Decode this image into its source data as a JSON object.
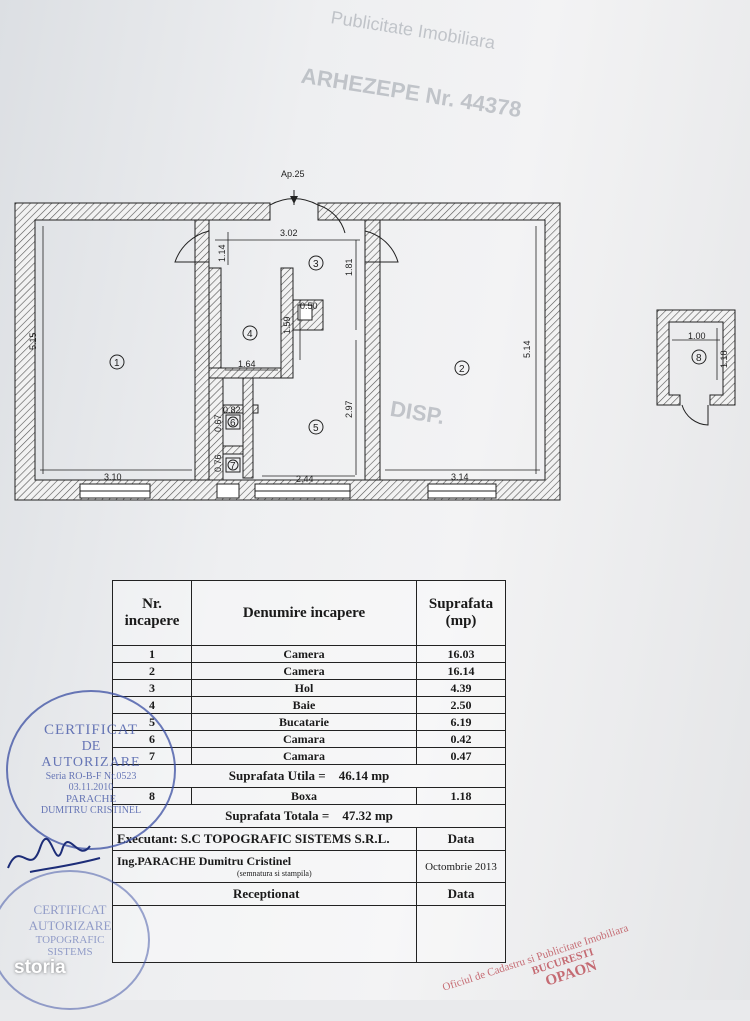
{
  "plan": {
    "apartment_label": "Ap.25",
    "dimensions": {
      "room1_height": "5.15",
      "room1_width": "3.10",
      "room2_height": "5.14",
      "room2_width": "3.14",
      "hall_width": "3.02",
      "hall_door": "1.14",
      "hall_height": "1.81",
      "bath_height": "1.59",
      "bath_width": "1.64",
      "shaft": "0.50",
      "pantry_width": "0.82",
      "pantry6_height": "0.67",
      "pantry7_height": "0.76",
      "kitchen_height": "2.97",
      "kitchen_width": "2.44",
      "box_width": "1.00",
      "box_height": "1.18"
    },
    "room_numbers": [
      "1",
      "2",
      "3",
      "4",
      "5",
      "6",
      "7",
      "8"
    ]
  },
  "table": {
    "headers": {
      "nr": "Nr. incapere",
      "name": "Denumire incapere",
      "area": "Suprafata (mp)"
    },
    "rows": [
      {
        "nr": "1",
        "name": "Camera",
        "area": "16.03"
      },
      {
        "nr": "2",
        "name": "Camera",
        "area": "16.14"
      },
      {
        "nr": "3",
        "name": "Hol",
        "area": "4.39"
      },
      {
        "nr": "4",
        "name": "Baie",
        "area": "2.50"
      },
      {
        "nr": "5",
        "name": "Bucatarie",
        "area": "6.19"
      },
      {
        "nr": "6",
        "name": "Camara",
        "area": "0.42"
      },
      {
        "nr": "7",
        "name": "Camara",
        "area": "0.47"
      }
    ],
    "useful_label": "Suprafata Utila =",
    "useful_value": "46.14 mp",
    "box_row": {
      "nr": "8",
      "name": "Boxa",
      "area": "1.18"
    },
    "total_label": "Suprafata Totala =",
    "total_value": "47.32 mp",
    "executant": "Executant: S.C TOPOGRAFIC SISTEMS S.R.L.",
    "date_label": "Data",
    "engineer": "Ing.PARACHE Dumitru Cristinel",
    "signature_note": "(semnatura si stampila)",
    "date_value": "Octombrie 2013",
    "received": "Receptionat",
    "received_date_label": "Data"
  },
  "stamp": {
    "line1": "CERTIFICAT",
    "line2": "DE",
    "line3": "AUTORIZARE",
    "series": "Seria RO-B-F Nr.0523",
    "date": "03.11.2010",
    "name1": "PARACHE",
    "name2": "DUMITRU CRISTINEL"
  },
  "stamp_lower": {
    "line1": "CERTIFICAT",
    "line2": "AUTORIZARE",
    "line3": "TOPOGRAFIC",
    "line4": "SISTEMS"
  },
  "stamp_red": {
    "line1": "Oficiul de Cadastru si Publicitate Imobiliara",
    "line2": "BUCURESTI",
    "line3": "OPAON"
  },
  "background_text": {
    "l1": "Publicitate Imobiliara",
    "l2": "ARHEZEPE Nr. 44378",
    "l3": "DISP."
  },
  "brand": "storia"
}
